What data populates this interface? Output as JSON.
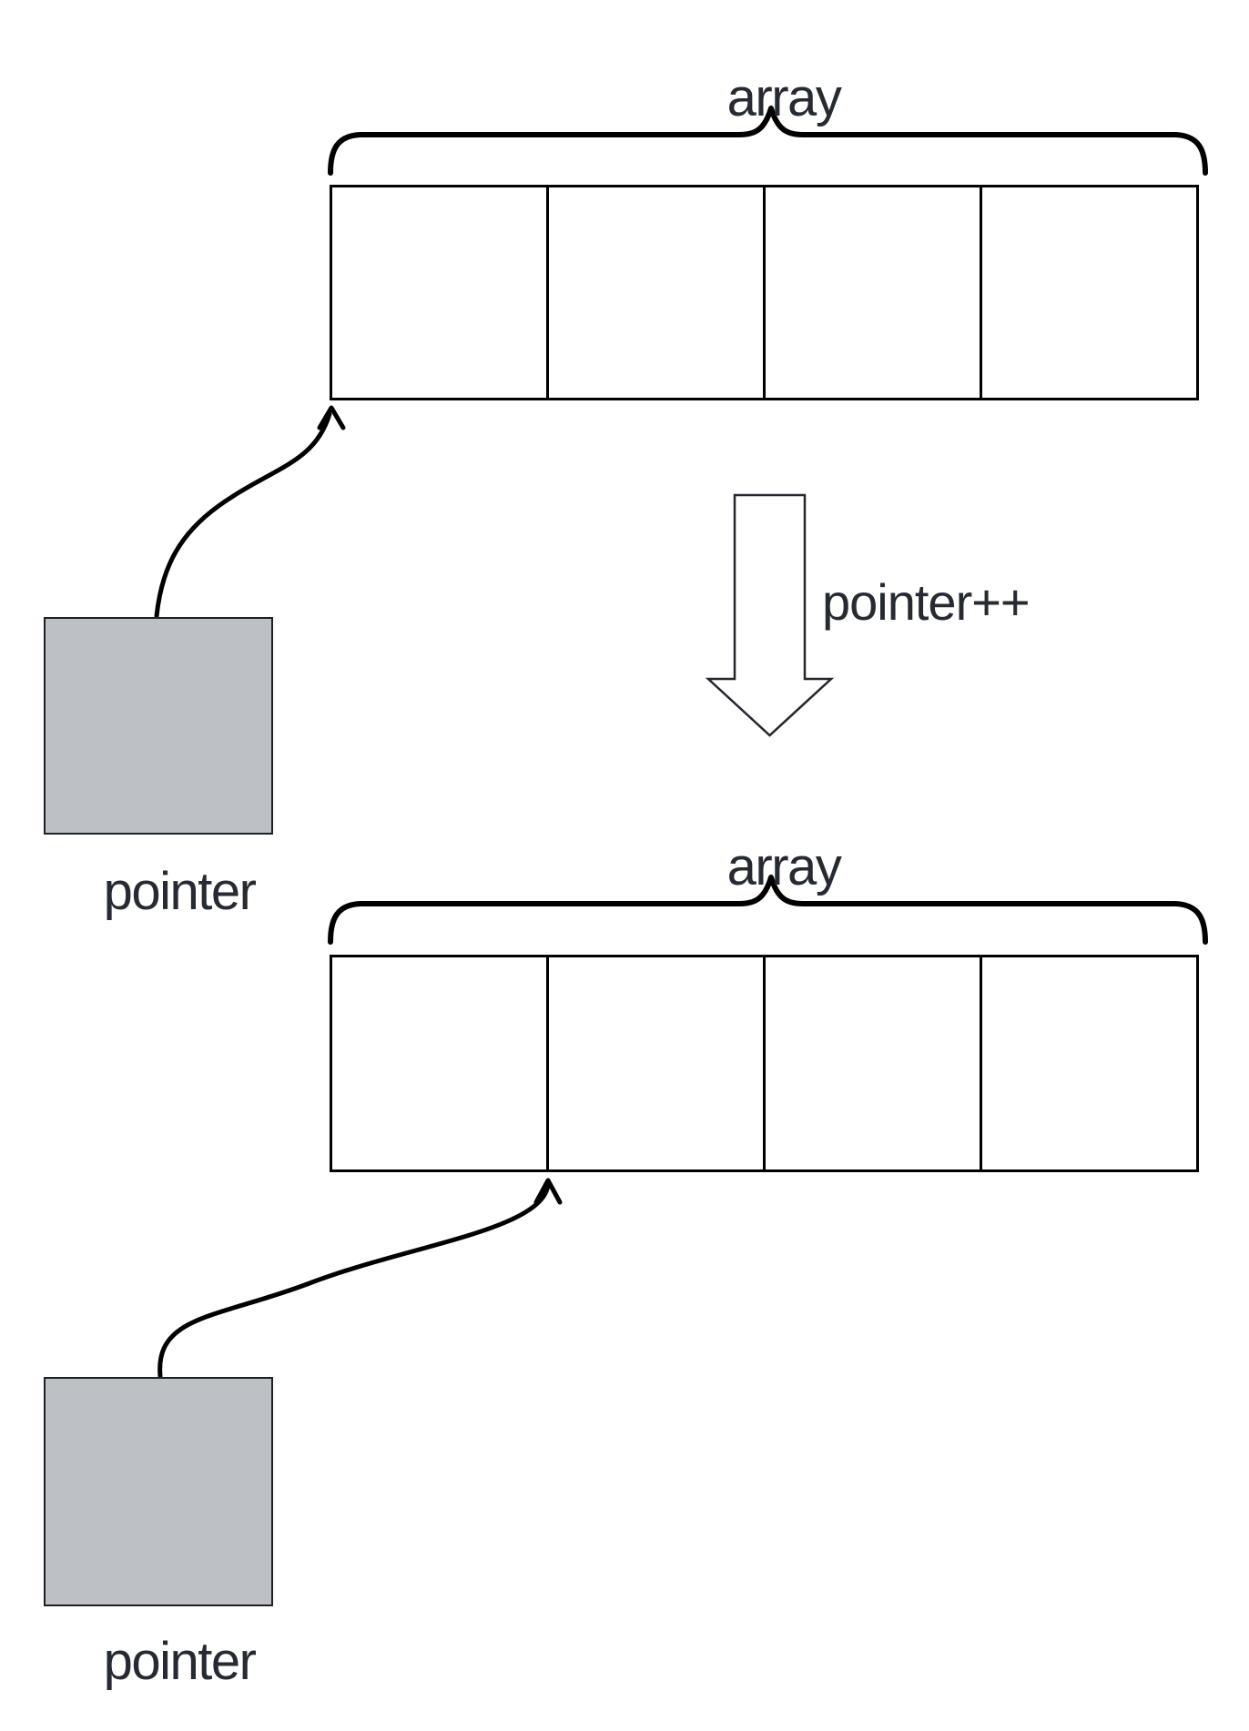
{
  "sections": {
    "before": {
      "array_label": "array",
      "pointer_label": "pointer",
      "cell_count": 4,
      "pointer_target_cell": 0
    },
    "transition": {
      "label": "pointer++"
    },
    "after": {
      "array_label": "array",
      "pointer_label": "pointer",
      "cell_count": 4,
      "pointer_target_cell": 1
    }
  },
  "colors": {
    "line": "#000000",
    "text": "#262a32",
    "box_fill": "#bdc1c6",
    "box_border": "#1d2025",
    "arrow_outline": "#24272d",
    "background": "#ffffff"
  }
}
